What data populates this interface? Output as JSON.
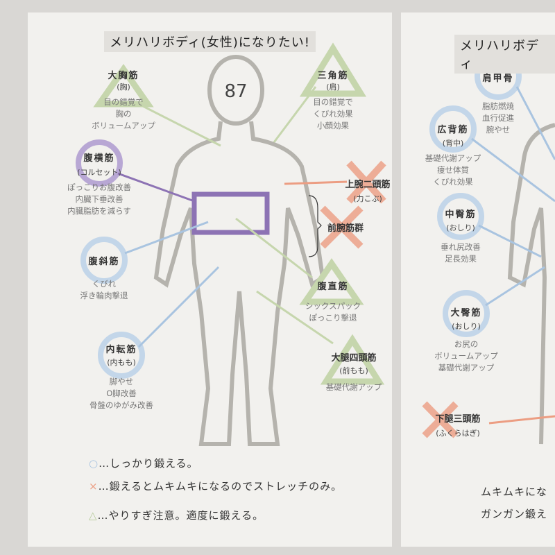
{
  "left": {
    "title": "メリハリボディ(女性)になりたい!",
    "figure_number": "87",
    "muscles": [
      {
        "name": "大胸筋",
        "sub": "(胸)",
        "desc": [
          "目の錯覚で",
          "胸の",
          "ボリュームアップ"
        ]
      },
      {
        "name": "腹横筋",
        "sub": "(コルセット)",
        "desc": [
          "ぽっこりお腹改善",
          "内臓下垂改善",
          "内臓脂肪を減らす"
        ]
      },
      {
        "name": "腹斜筋",
        "sub": "",
        "desc": [
          "くびれ",
          "浮き輪肉撃退"
        ]
      },
      {
        "name": "内転筋",
        "sub": "(内もも)",
        "desc": [
          "脚やせ",
          "O脚改善",
          "骨盤のゆがみ改善"
        ]
      },
      {
        "name": "三角筋",
        "sub": "(肩)",
        "desc": [
          "目の錯覚で",
          "くびれ効果",
          "小顔効果"
        ]
      },
      {
        "name": "上腕二頭筋",
        "sub": "(力こぶ)",
        "desc": []
      },
      {
        "name": "前腕筋群",
        "sub": "",
        "desc": []
      },
      {
        "name": "腹直筋",
        "sub": "",
        "desc": [
          "シックスパック",
          "ぽっこり撃退"
        ]
      },
      {
        "name": "大腿四頭筋",
        "sub": "(前もも)",
        "desc": [
          "基礎代謝アップ"
        ]
      }
    ],
    "legend": [
      {
        "symbol": "○",
        "text": "…しっかり鍛える。",
        "color": "#a9c4e0"
      },
      {
        "symbol": "×",
        "text": "…鍛えるとムキムキになるのでストレッチのみ。",
        "color": "#ec9d82"
      },
      {
        "symbol": "△",
        "text": "…やりすぎ注意。適度に鍛える。",
        "color": "#b6cb9a"
      }
    ]
  },
  "right": {
    "title": "メリハリボディ",
    "muscles": [
      {
        "name": "肩甲骨",
        "sub": "",
        "desc": [
          "脂肪燃焼",
          "血行促進",
          "腕やせ"
        ]
      },
      {
        "name": "広背筋",
        "sub": "(背中)",
        "desc": [
          "基礎代謝アップ",
          "痩せ体質",
          "くびれ効果"
        ]
      },
      {
        "name": "中臀筋",
        "sub": "(おしり)",
        "desc": [
          "垂れ尻改善",
          "足長効果"
        ]
      },
      {
        "name": "大臀筋",
        "sub": "(おしり)",
        "desc": [
          "お尻の",
          "ボリュームアップ",
          "基礎代謝アップ"
        ]
      },
      {
        "name": "下腿三頭筋",
        "sub": "(ふくらはぎ)",
        "desc": []
      }
    ],
    "footer": [
      "ムキムキにな",
      "ガンガン鍛え"
    ]
  },
  "colors": {
    "circle": "#a9c4e0",
    "cross": "#ec9d82",
    "triangle": "#c6d6ad",
    "purple": "#8d73b4"
  }
}
